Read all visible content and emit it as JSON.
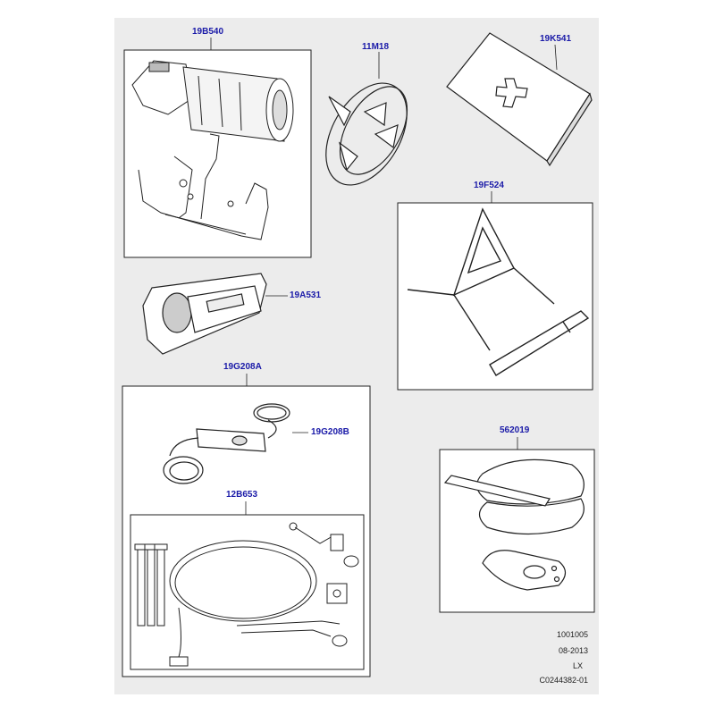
{
  "diagram": {
    "callouts": {
      "fire_extinguisher": "19B540",
      "jump_leads": "11M18",
      "first_aid_kit": "19K541",
      "warning_triangle": "19F524",
      "torch": "19A531",
      "tracking_unit": "19G208A",
      "tracking_cable": "19G208B",
      "wiring_harness": "12B653",
      "glasses_case": "562019"
    },
    "footer": {
      "ref_1": "1001005",
      "date": "08-2013",
      "model": "LX",
      "diagram_id": "C0244382-01"
    }
  },
  "colors": {
    "callout": "#1a1aa8",
    "sheet": "#ececec",
    "line": "#222222",
    "panel_bg": "#ffffff"
  }
}
